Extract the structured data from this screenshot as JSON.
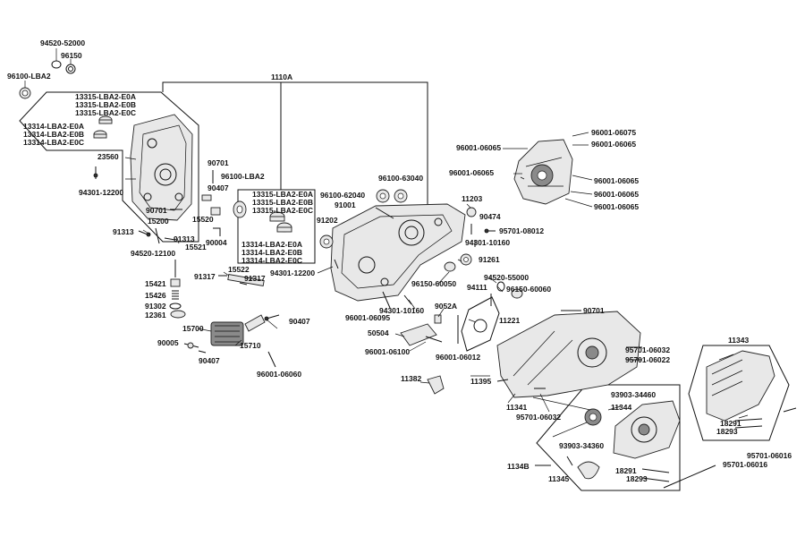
{
  "labels": {
    "l94520_52000": "94520-52000",
    "l96150": "96150",
    "l96100_lba2_top": "96100-LBA2",
    "l1110a": "1110A",
    "l13315_a": "13315-LBA2-E0A",
    "l13315_b": "13315-LBA2-E0B",
    "l13315_c": "13315-LBA2-E0C",
    "l13314_a": "13314-LBA2-E0A",
    "l13314_b": "13314-LBA2-E0B",
    "l13314_c": "13314-LBA2-E0C",
    "l23560": "23560",
    "l94301_12200_left": "94301-12200",
    "l90701_left": "90701",
    "l90701_mid": "90701",
    "l96100_lba2_mid": "96100-LBA2",
    "l90407_a": "90407",
    "l15520": "15520",
    "l90004": "90004",
    "l15200": "15200",
    "l91313_a": "91313",
    "l91313_b": "91313",
    "l15521": "15521",
    "l94520_12100": "94520-12100",
    "l13315_a2": "13315-LBA2-E0A",
    "l13315_b2": "13315-LBA2-E0B",
    "l13315_c2": "13315-LBA2-E0C",
    "l13314_a2": "13314-LBA2-E0A",
    "l13314_b2": "13314-LBA2-E0B",
    "l13314_c2": "13314-LBA2-E0C",
    "l15522": "15522",
    "l91317_a": "91317",
    "l91317_b": "91317",
    "l15421": "15421",
    "l15426": "15426",
    "l91302": "91302",
    "l12361": "12361",
    "l15700": "15700",
    "l15710": "15710",
    "l90005": "90005",
    "l90407_b": "90407",
    "l90407_c": "90407",
    "l96001_06060": "96001-06060",
    "l96100_62040": "96100-62040",
    "l96100_63040": "96100-63040",
    "l91001": "91001",
    "l91202": "91202",
    "l94301_12200_mid": "94301-12200",
    "l96001_06095": "96001-06095",
    "l94301_10160_low": "94301-10160",
    "l96150_60050": "96150-60050",
    "l91261": "91261",
    "l94301_10160_r": "94301-10160",
    "l90474": "90474",
    "l95701_08012": "95701-08012",
    "l11203": "11203",
    "l96001_06065_a": "96001-06065",
    "l96001_06075": "96001-06075",
    "l96001_06065_b": "96001-06065",
    "l96001_06065_c": "96001-06065",
    "l96001_06065_d": "96001-06065",
    "l96001_06065_e": "96001-06065",
    "l96001_06065_f": "96001-06065",
    "l94520_55000": "94520-55000",
    "l94111": "94111",
    "l96150_60060": "96150-60060",
    "l9052a": "9052A",
    "l11221": "11221",
    "l50504": "50504",
    "l96001_06100": "96001-06100",
    "l96001_06012": "96001-06012",
    "l90701_right": "90701",
    "l95701_06032_a": "95701-06032",
    "l95701_06022": "95701-06022",
    "l11343": "11343",
    "l11382": "11382",
    "l11395": "11395",
    "l11341": "11341",
    "l95701_06032_b": "95701-06032",
    "l93903_34460": "93903-34460",
    "l11344": "11344",
    "l18291_a": "18291",
    "l18293_a": "18293",
    "l93903_34360": "93903-34360",
    "l1134b": "1134B",
    "l18291_b": "18291",
    "l18293_b": "18293",
    "l11345": "11345",
    "l95701_06016_a": "95701-06016",
    "l95701_06016_b": "95701-06016"
  }
}
